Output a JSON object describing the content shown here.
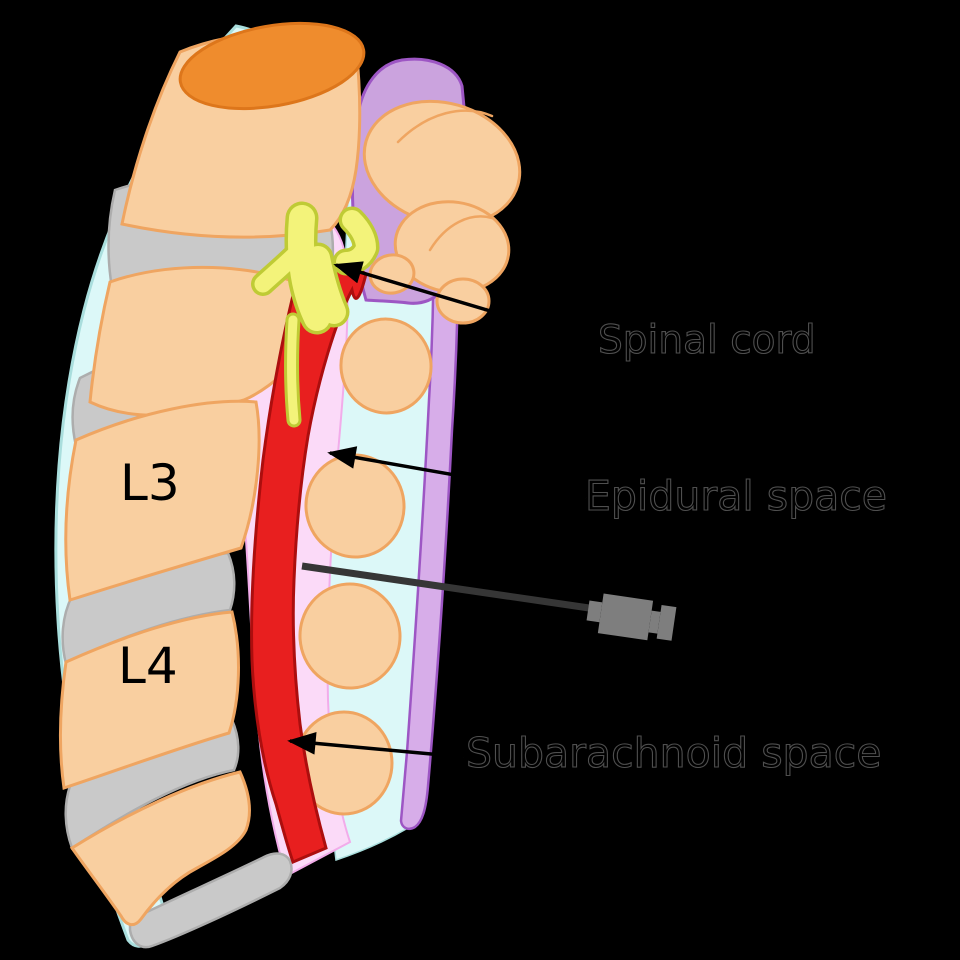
{
  "background_color": "#000000",
  "annotations": {
    "spinal_cord": {
      "label": "Spinal cord"
    },
    "epidural_space": {
      "label": "Epidural space"
    },
    "subarachnoid_space": {
      "label": "Subarachnoid space"
    }
  },
  "vertebra_labels": [
    {
      "label": "L3"
    },
    {
      "label": "L4"
    }
  ],
  "colors": {
    "background": "#000000",
    "vertebra": "#F9CFA0",
    "vertebra_border": "#EFA561",
    "disc": "#C9C9C9",
    "disc_border": "#ADADAD",
    "bone_cut": "#EF8C2D",
    "bone_cut_border": "#DD761B",
    "ligament": "#DCF8F8",
    "ligament_border": "#A9DEDD",
    "epidural": "#FBDAF8",
    "epidural_border": "#F2ACEA",
    "subarachnoid": "#E81F1F",
    "subarachnoid_border": "#AC0E0E",
    "cord": "#F3F37A",
    "cord_border": "#BFCB35",
    "skin": "#D7ADE9",
    "skin_border": "#9D56C4",
    "flap": "#CBA3DE",
    "needle_shaft": "#363636",
    "needle_hub": "#7E7E7E",
    "annotation_text": "#000000",
    "annotation_faint": "#4F4F4F"
  }
}
